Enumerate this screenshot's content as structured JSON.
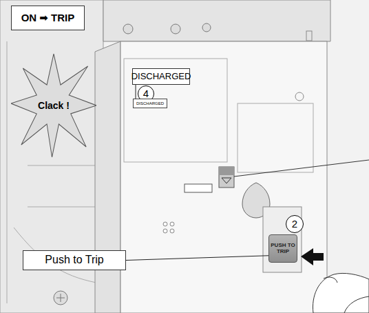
{
  "diagram": {
    "nodes": [
      {
        "text": [
          "ON ➡ TRIP"
        ]
      },
      {
        "text": [
          "DISCHARGED"
        ]
      },
      {
        "text": [
          "4"
        ]
      },
      {
        "text": [
          "Clack !"
        ]
      },
      {
        "text": [
          "DISCHARGED"
        ]
      },
      {
        "text": [
          "2"
        ]
      },
      {
        "text": [
          "PUSH TO TRIP"
        ]
      },
      {
        "text": [
          "Push to Trip"
        ]
      }
    ],
    "edges": [
      {
        "from": 1,
        "to": 4,
        "arrow": "none"
      },
      {
        "from": 7,
        "to": 6,
        "arrow": "none"
      }
    ]
  }
}
